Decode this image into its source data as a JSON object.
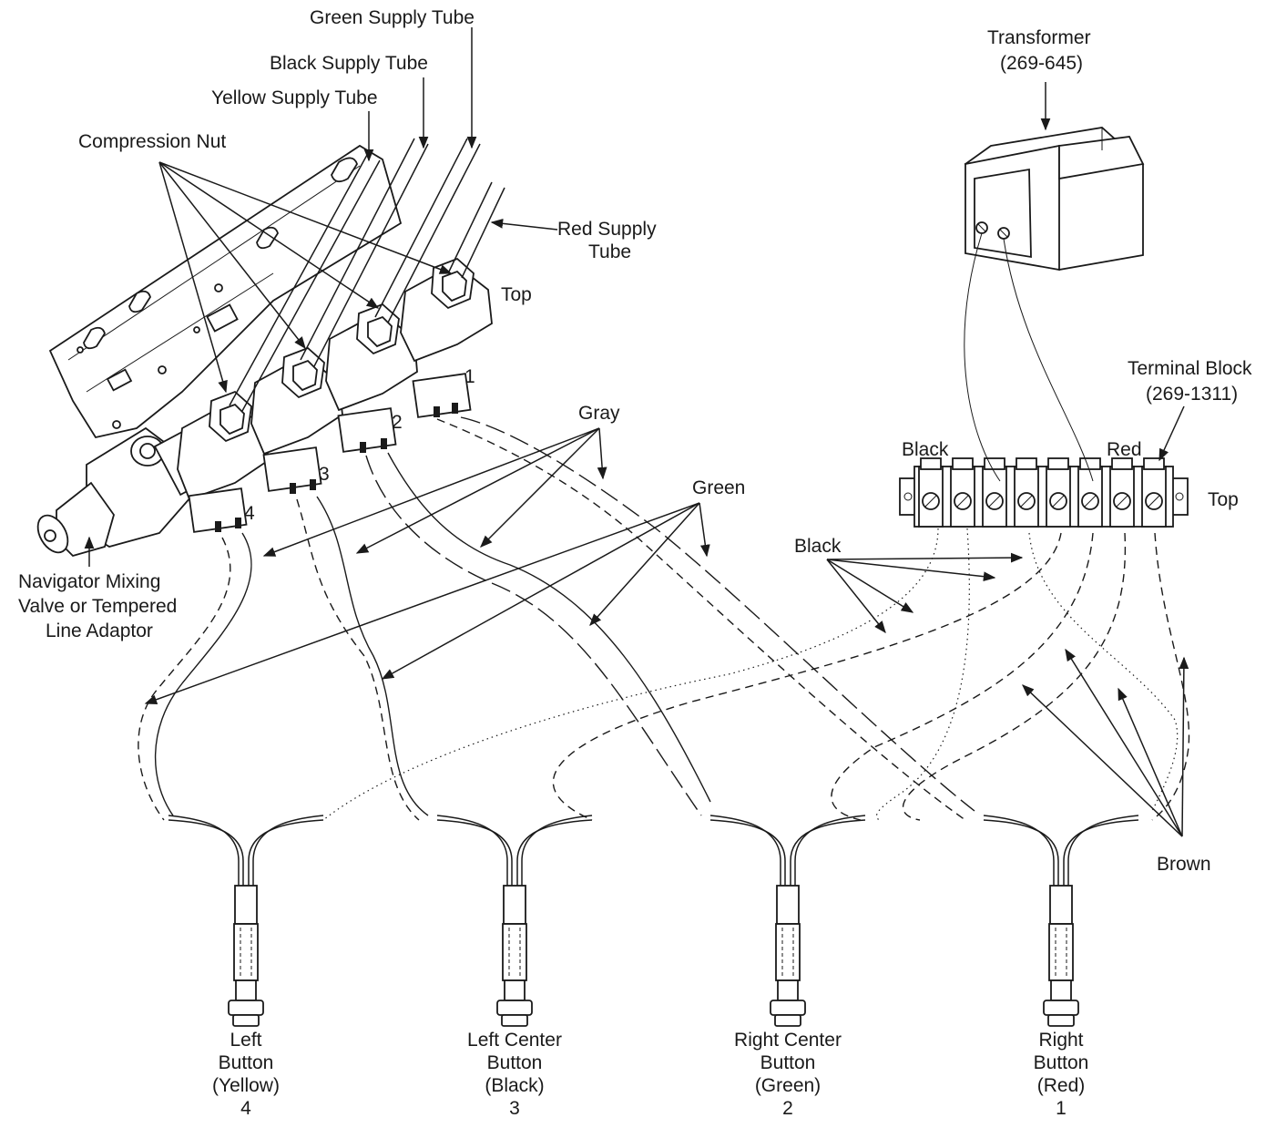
{
  "labels": {
    "green_supply_tube": "Green Supply Tube",
    "black_supply_tube": "Black Supply Tube",
    "yellow_supply_tube": "Yellow Supply Tube",
    "compression_nut": "Compression Nut",
    "red_supply_tube": [
      "Red Supply",
      "Tube"
    ],
    "top_valves": "Top",
    "top_terminal": "Top",
    "transformer": [
      "Transformer",
      "(269-645)"
    ],
    "terminal_block": [
      "Terminal Block",
      "(269-1311)"
    ],
    "black_terminal": "Black",
    "red_terminal": "Red",
    "gray_wire": "Gray",
    "green_wire": "Green",
    "black_wire": "Black",
    "brown_wire": "Brown",
    "mixing_valve": [
      "Navigator Mixing",
      "Valve or Tempered",
      "Line Adaptor"
    ],
    "valve_numbers": [
      "1",
      "2",
      "3",
      "4"
    ]
  },
  "buttons": [
    {
      "lines": [
        "Left",
        "Button",
        "(Yellow)",
        "4"
      ]
    },
    {
      "lines": [
        "Left Center",
        "Button",
        "(Black)",
        "3"
      ]
    },
    {
      "lines": [
        "Right Center",
        "Button",
        "(Green)",
        "2"
      ]
    },
    {
      "lines": [
        "Right",
        "Button",
        "(Red)",
        "1"
      ]
    }
  ]
}
